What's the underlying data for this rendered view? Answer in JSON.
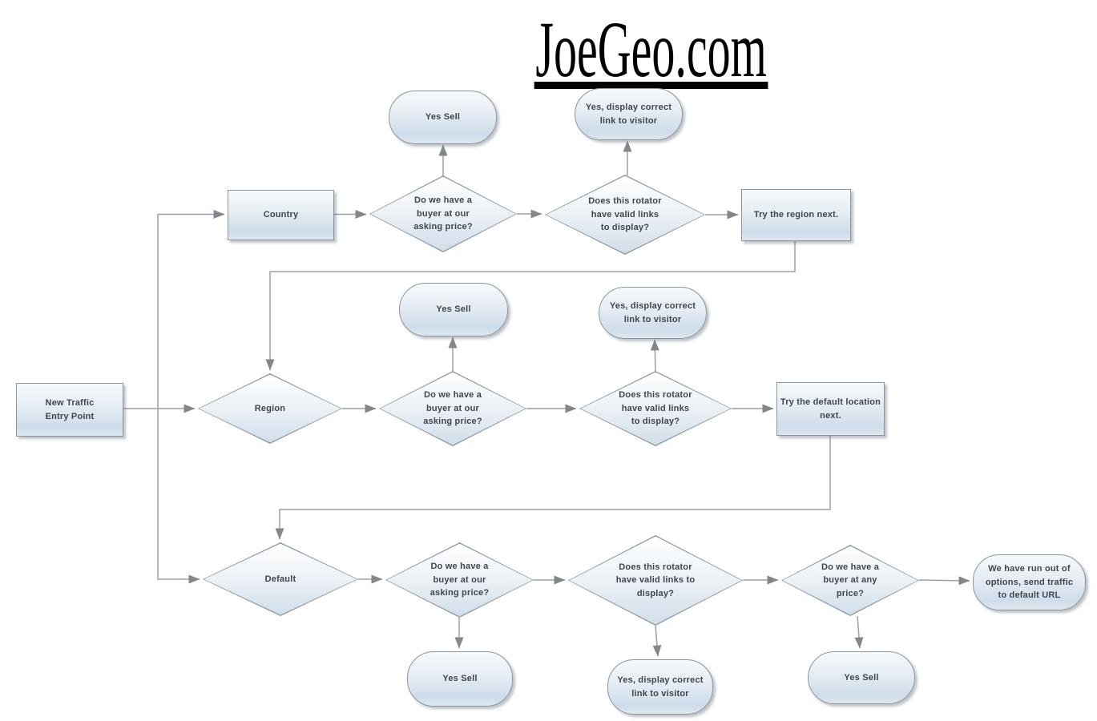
{
  "title": "JoeGeo.com",
  "colors": {
    "background": "#ffffff",
    "shape_border": "#8e969d",
    "shape_fill_top": "#fdfeff",
    "shape_fill_bottom": "#d3dfea",
    "label_text": "#3f464d",
    "connector": "#9ca1a6",
    "arrowhead": "#83878c",
    "title_text": "#000000"
  },
  "nodes": [
    {
      "id": "entry",
      "type": "box",
      "label": "New Traffic\nEntry Point"
    },
    {
      "id": "country",
      "type": "box",
      "label": "Country"
    },
    {
      "id": "d1a",
      "type": "diamond",
      "label": "Do we have a\nbuyer at our\nasking price?"
    },
    {
      "id": "s1a",
      "type": "stadium",
      "label": "Yes Sell"
    },
    {
      "id": "d1b",
      "type": "diamond",
      "label": "Does this rotator\nhave valid links\nto display?"
    },
    {
      "id": "s1b",
      "type": "stadium",
      "label": "Yes, display correct\nlink to visitor"
    },
    {
      "id": "try-region",
      "type": "box",
      "label": "Try the region next."
    },
    {
      "id": "region",
      "type": "diamond",
      "label": "Region"
    },
    {
      "id": "d2a",
      "type": "diamond",
      "label": "Do we have a\nbuyer at our\nasking price?"
    },
    {
      "id": "s2a",
      "type": "stadium",
      "label": "Yes Sell"
    },
    {
      "id": "d2b",
      "type": "diamond",
      "label": "Does this rotator\nhave valid links\nto display?"
    },
    {
      "id": "s2b",
      "type": "stadium",
      "label": "Yes, display correct\nlink to visitor"
    },
    {
      "id": "try-default",
      "type": "box",
      "label": "Try the default location\nnext."
    },
    {
      "id": "default",
      "type": "diamond",
      "label": "Default"
    },
    {
      "id": "d3a",
      "type": "diamond",
      "label": "Do we have a\nbuyer at our\nasking price?"
    },
    {
      "id": "s3a",
      "type": "stadium",
      "label": "Yes Sell"
    },
    {
      "id": "d3b",
      "type": "diamond",
      "label": "Does this rotator\nhave valid links to\ndisplay?"
    },
    {
      "id": "s3b",
      "type": "stadium",
      "label": "Yes, display correct\nlink to visitor"
    },
    {
      "id": "d3c",
      "type": "diamond",
      "label": "Do we have a\nbuyer at any\nprice?"
    },
    {
      "id": "s3c",
      "type": "stadium",
      "label": "Yes Sell"
    },
    {
      "id": "run-out",
      "type": "stadium",
      "label": "We have run out of\noptions, send traffic\nto default URL"
    }
  ],
  "edges": [
    {
      "from": "entry",
      "to": "region"
    },
    {
      "from": "entry",
      "to": "country"
    },
    {
      "from": "entry",
      "to": "default"
    },
    {
      "from": "country",
      "to": "d1a"
    },
    {
      "from": "d1a",
      "to": "s1a"
    },
    {
      "from": "d1a",
      "to": "d1b"
    },
    {
      "from": "d1b",
      "to": "s1b"
    },
    {
      "from": "d1b",
      "to": "try-region"
    },
    {
      "from": "try-region",
      "to": "region"
    },
    {
      "from": "region",
      "to": "d2a"
    },
    {
      "from": "d2a",
      "to": "s2a"
    },
    {
      "from": "d2a",
      "to": "d2b"
    },
    {
      "from": "d2b",
      "to": "s2b"
    },
    {
      "from": "d2b",
      "to": "try-default"
    },
    {
      "from": "try-default",
      "to": "default"
    },
    {
      "from": "default",
      "to": "d3a"
    },
    {
      "from": "d3a",
      "to": "s3a"
    },
    {
      "from": "d3a",
      "to": "d3b"
    },
    {
      "from": "d3b",
      "to": "s3b"
    },
    {
      "from": "d3b",
      "to": "d3c"
    },
    {
      "from": "d3c",
      "to": "s3c"
    },
    {
      "from": "d3c",
      "to": "run-out"
    }
  ]
}
